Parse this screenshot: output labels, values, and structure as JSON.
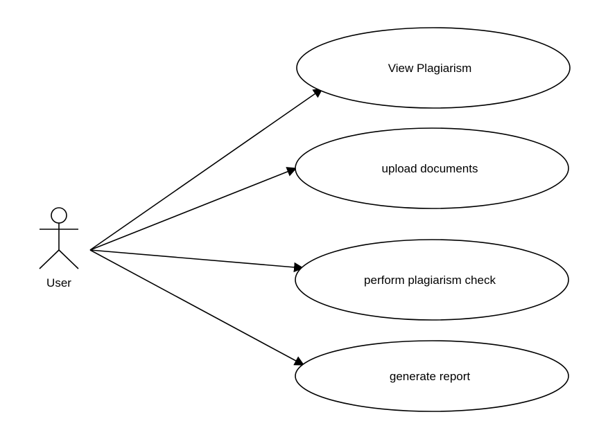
{
  "actor": {
    "name": "User"
  },
  "use_cases": [
    {
      "id": "view",
      "label": "View Plagiarism"
    },
    {
      "id": "upload",
      "label": "upload documents"
    },
    {
      "id": "check",
      "label": "perform plagiarism check"
    },
    {
      "id": "report",
      "label": "generate report"
    }
  ],
  "colors": {
    "line": "#000000",
    "background": "#ffffff"
  }
}
